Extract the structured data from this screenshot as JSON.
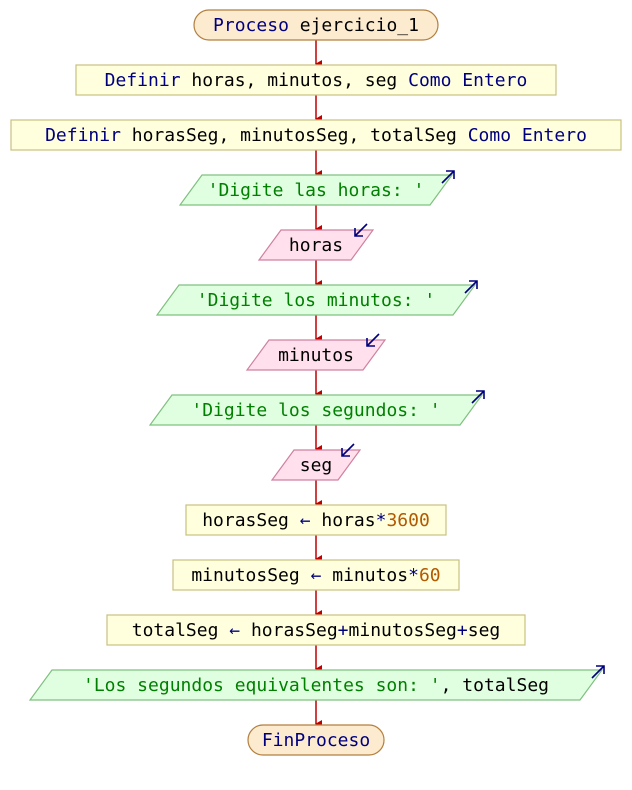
{
  "diagram": {
    "nodes": [
      {
        "id": "start",
        "shape": "terminator",
        "parts": [
          {
            "t": "Proceso",
            "c": "kw"
          },
          {
            "t": " ejercicio_1",
            "c": "var"
          }
        ]
      },
      {
        "id": "def1",
        "shape": "process",
        "parts": [
          {
            "t": "Definir",
            "c": "kw"
          },
          {
            "t": " horas, minutos, seg ",
            "c": "var"
          },
          {
            "t": "Como Entero",
            "c": "kw"
          }
        ]
      },
      {
        "id": "def2",
        "shape": "process",
        "parts": [
          {
            "t": "Definir",
            "c": "kw"
          },
          {
            "t": " horasSeg, minutosSeg, totalSeg ",
            "c": "var"
          },
          {
            "t": "Como Entero",
            "c": "kw"
          }
        ]
      },
      {
        "id": "out1",
        "shape": "output",
        "parts": [
          {
            "t": "'Digite las horas: '",
            "c": "str"
          }
        ]
      },
      {
        "id": "in1",
        "shape": "input",
        "parts": [
          {
            "t": "horas",
            "c": "var"
          }
        ]
      },
      {
        "id": "out2",
        "shape": "output",
        "parts": [
          {
            "t": "'Digite los minutos: '",
            "c": "str"
          }
        ]
      },
      {
        "id": "in2",
        "shape": "input",
        "parts": [
          {
            "t": "minutos",
            "c": "var"
          }
        ]
      },
      {
        "id": "out3",
        "shape": "output",
        "parts": [
          {
            "t": "'Digite los segundos: '",
            "c": "str"
          }
        ]
      },
      {
        "id": "in3",
        "shape": "input",
        "parts": [
          {
            "t": "seg",
            "c": "var"
          }
        ]
      },
      {
        "id": "asg1",
        "shape": "process",
        "parts": [
          {
            "t": "horasSeg ",
            "c": "var"
          },
          {
            "t": "←",
            "c": "op"
          },
          {
            "t": " horas",
            "c": "var"
          },
          {
            "t": "*",
            "c": "op"
          },
          {
            "t": "3600",
            "c": "num"
          }
        ]
      },
      {
        "id": "asg2",
        "shape": "process",
        "parts": [
          {
            "t": "minutosSeg ",
            "c": "var"
          },
          {
            "t": "←",
            "c": "op"
          },
          {
            "t": " minutos",
            "c": "var"
          },
          {
            "t": "*",
            "c": "op"
          },
          {
            "t": "60",
            "c": "num"
          }
        ]
      },
      {
        "id": "asg3",
        "shape": "process",
        "parts": [
          {
            "t": "totalSeg ",
            "c": "var"
          },
          {
            "t": "←",
            "c": "op"
          },
          {
            "t": " horasSeg",
            "c": "var"
          },
          {
            "t": "+",
            "c": "op"
          },
          {
            "t": "minutosSeg",
            "c": "var"
          },
          {
            "t": "+",
            "c": "op"
          },
          {
            "t": "seg",
            "c": "var"
          }
        ]
      },
      {
        "id": "out4",
        "shape": "output",
        "parts": [
          {
            "t": "'Los segundos equivalentes son: '",
            "c": "str"
          },
          {
            "t": ", totalSeg",
            "c": "var"
          }
        ]
      },
      {
        "id": "end",
        "shape": "terminator",
        "parts": [
          {
            "t": "FinProceso",
            "c": "kw"
          }
        ]
      }
    ]
  },
  "colors": {
    "terminator_fill": "#fcebcf",
    "terminator_stroke": "#b37f3f",
    "process_fill": "#ffffdd",
    "process_stroke": "#c8c080",
    "output_fill": "#e0ffe0",
    "output_stroke": "#80c080",
    "input_fill": "#ffe0ec",
    "input_stroke": "#d080a0",
    "connector": "#c00000",
    "io_arrow": "#00007f"
  }
}
